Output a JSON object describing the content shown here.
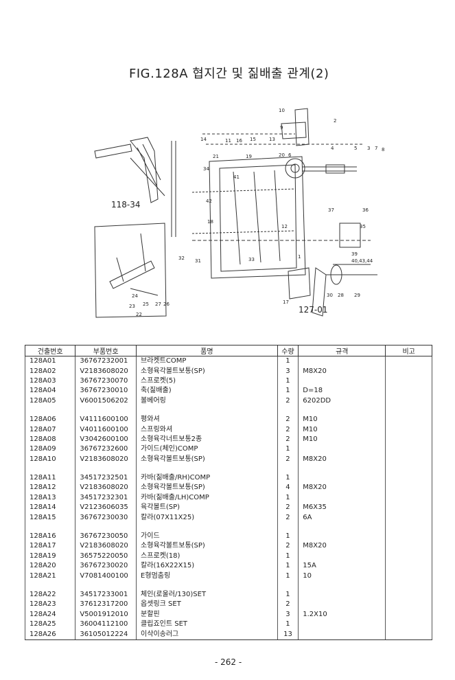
{
  "title": "FIG.128A 협지간 및 짊배출 관계(2)",
  "diagram_labels": {
    "ref_left": "118-34",
    "ref_right": "127-01",
    "n10": "10",
    "n9": "9",
    "n2": "2",
    "n4": "4",
    "n5": "5",
    "n3": "3",
    "n7": "7",
    "n8": "8",
    "n14": "14",
    "n11": "11",
    "n16": "16",
    "n15": "15",
    "n13": "13",
    "n21": "21",
    "n19": "19",
    "n20": "20",
    "n6": "6",
    "n34": "34",
    "n42": "42",
    "n12": "12",
    "n41": "41",
    "n18": "18",
    "n37": "37",
    "n36": "36",
    "n35": "35",
    "n39": "39",
    "n40": "40,43,44",
    "n33": "33",
    "n31": "31",
    "n32": "32",
    "n17": "17",
    "n30": "30",
    "n28": "28",
    "n29": "29",
    "n22": "22",
    "n23": "23",
    "n24": "24",
    "n25": "25",
    "n26": "26",
    "n27": "27",
    "n1": "1"
  },
  "table": {
    "headers": [
      "건출번호",
      "부품번호",
      "품명",
      "수량",
      "규격",
      "비고"
    ],
    "groups": [
      [
        [
          "128A01",
          "36767232001",
          "브라켓트COMP",
          "1",
          ""
        ],
        [
          "128A02",
          "V2183608020",
          "소형육각볼트보통(SP)",
          "3",
          "M8X20"
        ],
        [
          "128A03",
          "36767230070",
          "스프로켓(5)",
          "1",
          ""
        ],
        [
          "128A04",
          "36767230010",
          "축(짊배출)",
          "1",
          "D=18"
        ],
        [
          "128A05",
          "V6001506202",
          "볼베어링",
          "2",
          "6202DD"
        ]
      ],
      [
        [
          "128A06",
          "V4111600100",
          "평와셔",
          "2",
          "M10"
        ],
        [
          "128A07",
          "V4011600100",
          "스프링와셔",
          "2",
          "M10"
        ],
        [
          "128A08",
          "V3042600100",
          "소형육각너트보통2종",
          "2",
          "M10"
        ],
        [
          "128A09",
          "36767232600",
          "가이드(체인)COMP",
          "1",
          ""
        ],
        [
          "128A10",
          "V2183608020",
          "소형육각볼트보통(SP)",
          "2",
          "M8X20"
        ]
      ],
      [
        [
          "128A11",
          "34517232501",
          "카바(짊배출/RH)COMP",
          "1",
          ""
        ],
        [
          "128A12",
          "V2183608020",
          "소형육각볼트보통(SP)",
          "4",
          "M8X20"
        ],
        [
          "128A13",
          "34517232301",
          "카바(짊배출/LH)COMP",
          "1",
          ""
        ],
        [
          "128A14",
          "V2123606035",
          "육각볼트(SP)",
          "2",
          "M6X35"
        ],
        [
          "128A15",
          "36767230030",
          "칼라(07X11X25)",
          "2",
          "6A"
        ]
      ],
      [
        [
          "128A16",
          "36767230050",
          "가이드",
          "1",
          ""
        ],
        [
          "128A17",
          "V2183608020",
          "소형육각볼트보통(SP)",
          "2",
          "M8X20"
        ],
        [
          "128A19",
          "36575220050",
          "스프로켓(18)",
          "1",
          ""
        ],
        [
          "128A20",
          "36767230020",
          "칼라(16X22X15)",
          "1",
          "15A"
        ],
        [
          "128A21",
          "V7081400100",
          "E형멈춤링",
          "1",
          "10"
        ]
      ],
      [
        [
          "128A22",
          "34517233001",
          "체인(로울러/130)SET",
          "1",
          ""
        ],
        [
          "128A23",
          "37612317200",
          "옵셋링크 SET",
          "2",
          ""
        ],
        [
          "128A24",
          "V5001912010",
          "분할핀",
          "3",
          "1.2X10"
        ],
        [
          "128A25",
          "36004112100",
          "클립죠인트 SET",
          "1",
          ""
        ],
        [
          "128A26",
          "36105012224",
          "이삭이송러그",
          "13",
          ""
        ]
      ]
    ]
  },
  "page_number": "- 262 -"
}
